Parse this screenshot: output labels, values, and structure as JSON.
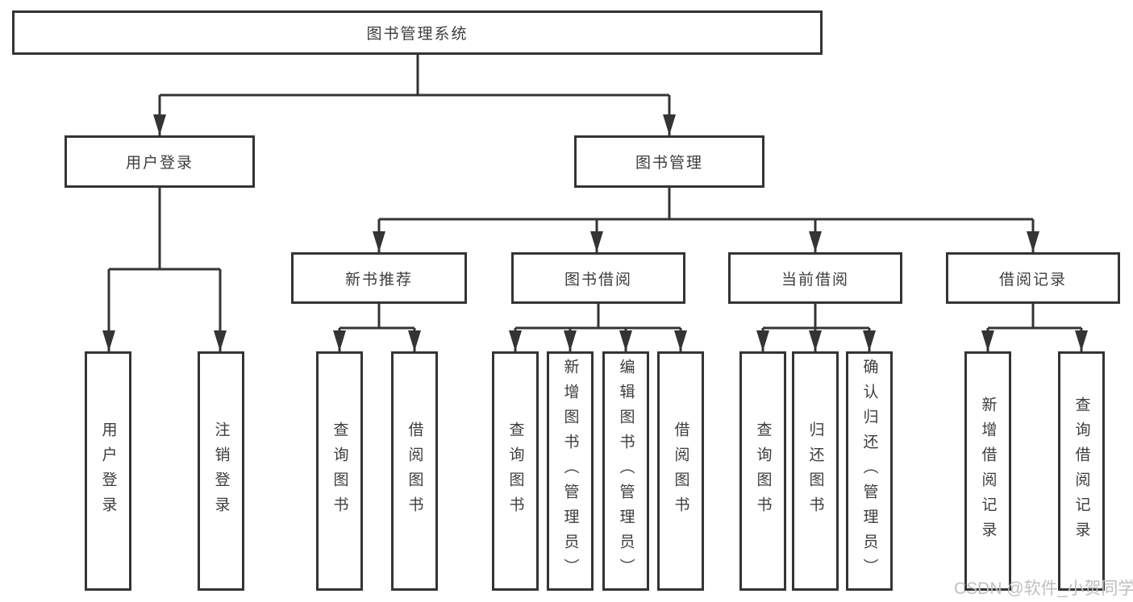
{
  "nodes": {
    "root": "图书管理系统",
    "user_login": "用户登录",
    "book_mgmt": "图书管理",
    "new_book_rec": "新书推荐",
    "book_borrow": "图书借阅",
    "current_borrow": "当前借阅",
    "borrow_records": "借阅记录",
    "leaf_user_login": "用户登录",
    "leaf_logout": "注销登录",
    "rec_query_books": "查询图书",
    "rec_borrow_books": "借阅图书",
    "bb_query_books": "查询图书",
    "bb_add_books": "新增图书（管理员）",
    "bb_edit_books": "编辑图书（管理员）",
    "bb_borrow_books": "借阅图书",
    "cb_query_books": "查询图书",
    "cb_return_books": "归还图书",
    "cb_confirm_return": "确认归还（管理员）",
    "br_add_record": "新增借阅记录",
    "br_query_record": "查询借阅记录"
  },
  "watermark": {
    "text": "CSDN @软件_小贺同学"
  },
  "colors": {
    "line": "#343434",
    "box_border": "#343434",
    "text": "#3d3d3d",
    "watermark": "#bfbfc4",
    "background": "#ffffff"
  }
}
